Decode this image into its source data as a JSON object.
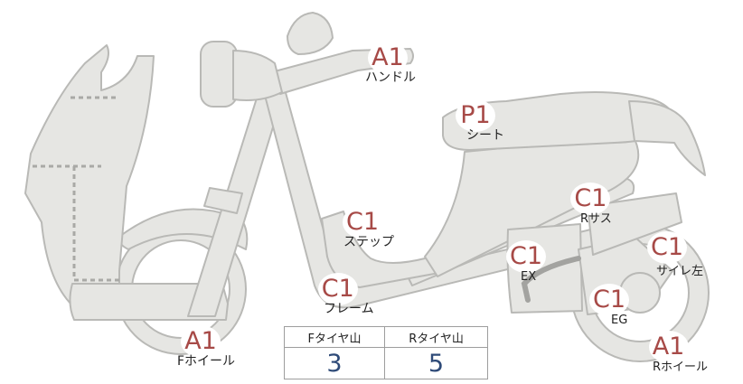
{
  "parts": {
    "handle": {
      "grade": "A1",
      "label": "ハンドル"
    },
    "seat": {
      "grade": "P1",
      "label": "シート"
    },
    "step": {
      "grade": "C1",
      "label": "ステップ"
    },
    "frame": {
      "grade": "C1",
      "label": "フレーム"
    },
    "front_wheel": {
      "grade": "A1",
      "label": "Fホイール"
    },
    "rear_suspension": {
      "grade": "C1",
      "label": "Rサス"
    },
    "exhaust": {
      "grade": "C1",
      "label": "EX"
    },
    "silencer_left": {
      "grade": "C1",
      "label": "サイレ左"
    },
    "engine": {
      "grade": "C1",
      "label": "EG"
    },
    "rear_wheel": {
      "grade": "A1",
      "label": "Rホイール"
    }
  },
  "tread_table": {
    "front_header": "Fタイヤ山",
    "rear_header": "Rタイヤ山",
    "front_value": "3",
    "rear_value": "5"
  },
  "colors": {
    "grade": "#a74a47",
    "tread_value": "#2e4a78",
    "body_fill": "#e6e6e3",
    "body_stroke": "#b9b9b6"
  }
}
